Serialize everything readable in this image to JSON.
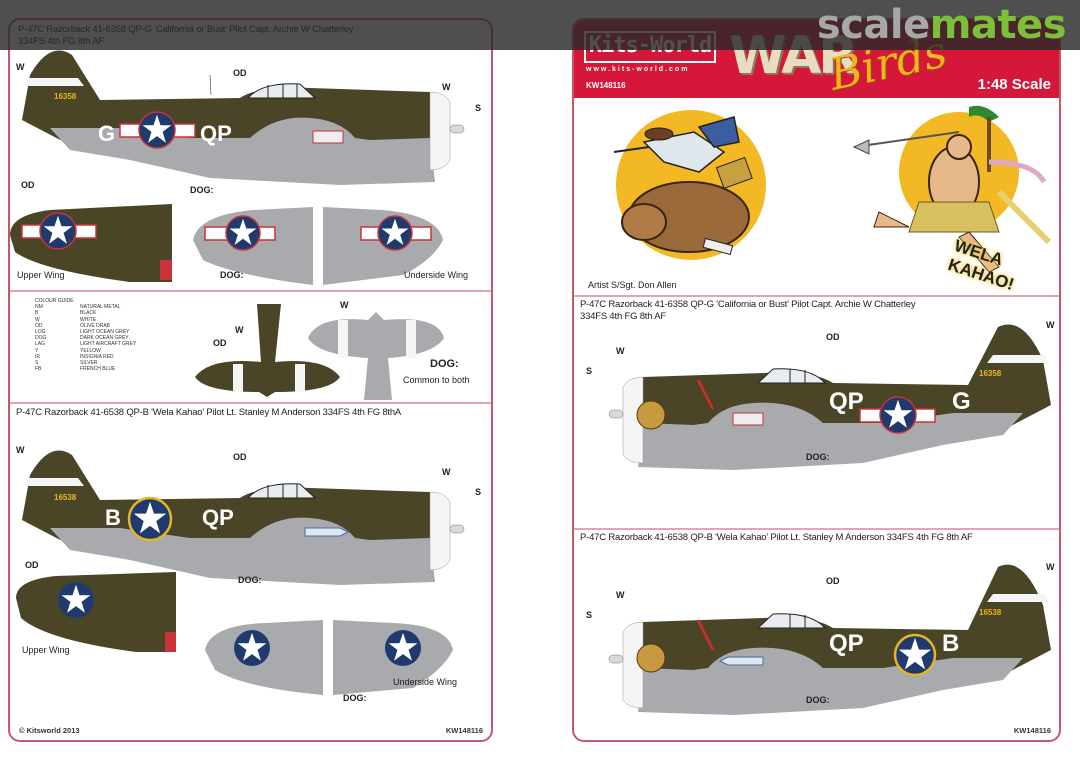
{
  "watermark": {
    "part1": "scale",
    "part2": "mates"
  },
  "left_sheet": {
    "aircraft1": {
      "title_line1": "P-47C Razorback 41-6358 QP-G 'California or Bust' Pilot Capt. Archie W Chatterley",
      "title_line2": "334FS 4th FG 8th AF",
      "serial": "16358",
      "code_left": "G",
      "code_right": "QP",
      "labels": {
        "w_tail": "W",
        "od_top": "OD",
        "w_cowl": "W",
        "s_prop": "S",
        "dog": "DOG:"
      },
      "upper_wing_label": "Upper Wing",
      "upper_wing_od": "OD",
      "underside_wing_label": "Underside Wing",
      "underside_dog": "DOG:"
    },
    "colour_guide": {
      "title": "COLOUR GUIDE",
      "items": [
        {
          "code": "NM",
          "name": "NATURAL METAL"
        },
        {
          "code": "B",
          "name": "BLACK"
        },
        {
          "code": "W",
          "name": "WHITE"
        },
        {
          "code": "OD",
          "name": "OLIVE DRAB"
        },
        {
          "code": "LOG",
          "name": "LIGHT OCEAN GREY"
        },
        {
          "code": "DOG",
          "name": "DARK OCEAN GREY"
        },
        {
          "code": "LAG",
          "name": "LIGHT AIRCRAFT GREY"
        },
        {
          "code": "Y",
          "name": "YELLOW"
        },
        {
          "code": "IR",
          "name": "INSIGNIA RED"
        },
        {
          "code": "S",
          "name": "SILVER"
        },
        {
          "code": "FB",
          "name": "FRENCH BLUE"
        }
      ]
    },
    "tailplane": {
      "od": "OD",
      "w_upper": "W",
      "w_lower": "W",
      "dog": "DOG:",
      "common": "Common to both"
    },
    "aircraft2": {
      "title": "P-47C Razorback 41-6538 QP-B 'Wela Kahao' Pilot  Lt. Stanley M  Anderson 334FS 4th FG 8thA",
      "serial": "16538",
      "code_left": "B",
      "code_right": "QP",
      "labels": {
        "w_tail": "W",
        "od_top": "OD",
        "w_cowl": "W",
        "s_prop": "S",
        "dog": "DOG:"
      },
      "upper_wing_label": "Upper Wing",
      "upper_wing_od": "OD",
      "underside_wing_label": "Underside Wing",
      "underside_dog": "DOG:"
    },
    "footer": {
      "copyright": "© Kitsworld 2013",
      "code": "KW148116"
    }
  },
  "right_sheet": {
    "banner": {
      "logo": "Kits-World",
      "url": "www.kits-world.com",
      "code": "KW148116",
      "war": "WAR",
      "birds": "Birds",
      "scale": "1:48 Scale"
    },
    "nose_art": {
      "artist": "Artist S/Sgt. Don Allen",
      "wela_kahao": "WELA KAHAO!"
    },
    "aircraft1": {
      "title_line1": "P-47C Razorback 41-6358 QP-G 'California or Bust' Pilot Capt. Archie W Chatterley",
      "title_line2": "334FS 4th FG 8th AF",
      "serial": "16358",
      "code_left": "QP",
      "code_right": "G",
      "labels": {
        "w_tail": "W",
        "od_top": "OD",
        "w_cowl": "W",
        "s_prop": "S",
        "dog": "DOG:"
      }
    },
    "aircraft2": {
      "title": "P-47C Razorback 41-6538 QP-B 'Wela Kahao' Pilot  Lt. Stanley M  Anderson 334FS 4th FG 8th AF",
      "serial": "16538",
      "code_left": "QP",
      "code_right": "B",
      "labels": {
        "w_tail": "W",
        "od_top": "OD",
        "w_cowl": "W",
        "s_prop": "S",
        "dog": "DOG:"
      }
    },
    "footer": {
      "code": "KW148116"
    }
  },
  "colors": {
    "olive_drab": "#4a4527",
    "ocean_grey": "#a9aaae",
    "insignia_blue": "#1f3a6e",
    "insignia_red": "#c8343a",
    "yellow": "#e8b422",
    "border": "#c8566a",
    "banner_red": "#d5173a"
  }
}
